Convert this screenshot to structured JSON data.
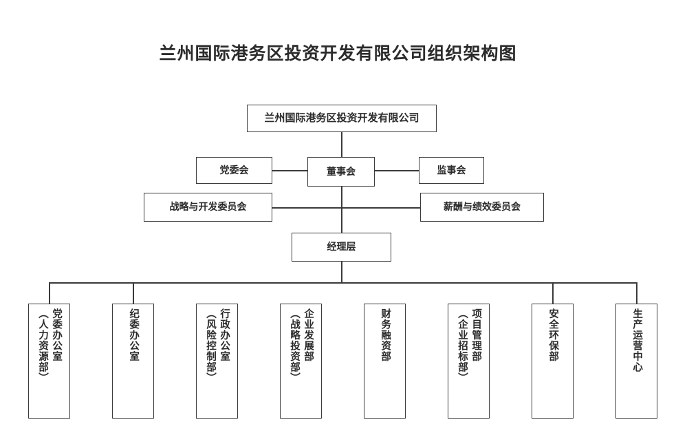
{
  "page": {
    "title": "兰州国际港务区投资开发有限公司组织架构图",
    "background_color": "#ffffff",
    "line_color": "#3a3a3a",
    "text_color": "#2b2b2b"
  },
  "chart_data": {
    "type": "diagram",
    "diagram_kind": "org-chart",
    "title": "兰州国际港务区投资开发有限公司组织架构图",
    "levels": [
      {
        "level": 1,
        "nodes": [
          "兰州国际港务区投资开发有限公司"
        ]
      },
      {
        "level": 2,
        "nodes": [
          "党委会",
          "董事会",
          "监事会"
        ]
      },
      {
        "level": 3,
        "nodes": [
          "战略与开发委员会",
          "薪酬与绩效委员会"
        ]
      },
      {
        "level": 4,
        "nodes": [
          "经理层"
        ]
      },
      {
        "level": 5,
        "nodes": [
          "党委办公室（人力资源部）",
          "纪委办公室",
          "行政办公室（风险控制部）",
          "企业发展部（战略投资部）",
          "财务融资部",
          "项目管理部（企业招标部）",
          "安全环保部",
          "生产运营中心"
        ]
      }
    ],
    "edges": [
      {
        "from": "兰州国际港务区投资开发有限公司",
        "to": "董事会"
      },
      {
        "from": "董事会",
        "to": "党委会"
      },
      {
        "from": "董事会",
        "to": "监事会"
      },
      {
        "from": "董事会",
        "to": "战略与开发委员会"
      },
      {
        "from": "董事会",
        "to": "薪酬与绩效委员会"
      },
      {
        "from": "董事会",
        "to": "经理层"
      },
      {
        "from": "经理层",
        "to": "党委办公室（人力资源部）"
      },
      {
        "from": "经理层",
        "to": "纪委办公室"
      },
      {
        "from": "经理层",
        "to": "行政办公室（风险控制部）"
      },
      {
        "from": "经理层",
        "to": "企业发展部（战略投资部）"
      },
      {
        "from": "经理层",
        "to": "财务融资部"
      },
      {
        "from": "经理层",
        "to": "项目管理部（企业招标部）"
      },
      {
        "from": "经理层",
        "to": "安全环保部"
      },
      {
        "from": "经理层",
        "to": "生产运营中心"
      }
    ]
  },
  "nodes": {
    "root": {
      "label": "兰州国际港务区投资开发有限公司"
    },
    "party_committee": {
      "label": "党委会"
    },
    "board": {
      "label": "董事会"
    },
    "supervisors": {
      "label": "监事会"
    },
    "strategy_committee": {
      "label": "战略与开发委员会"
    },
    "compensation_committee": {
      "label": "薪酬与绩效委员会"
    },
    "management": {
      "label": "经理层"
    }
  },
  "departments": [
    {
      "id": "party-office",
      "main": "党委办公室",
      "paren": "（人力资源部）"
    },
    {
      "id": "discipline-office",
      "main": "纪委办公室",
      "paren": ""
    },
    {
      "id": "admin-office",
      "main": "行政办公室",
      "paren": "（风险控制部）"
    },
    {
      "id": "enterprise-dev",
      "main": "企业发展部",
      "paren": "（战略投资部）"
    },
    {
      "id": "finance",
      "main": "财务融资部",
      "paren": ""
    },
    {
      "id": "project-management",
      "main": "项目管理部",
      "paren": "（企业招标部）"
    },
    {
      "id": "safety-environment",
      "main": "安全环保部",
      "paren": ""
    },
    {
      "id": "production-ops",
      "main": "生产运营中心",
      "paren": ""
    }
  ]
}
